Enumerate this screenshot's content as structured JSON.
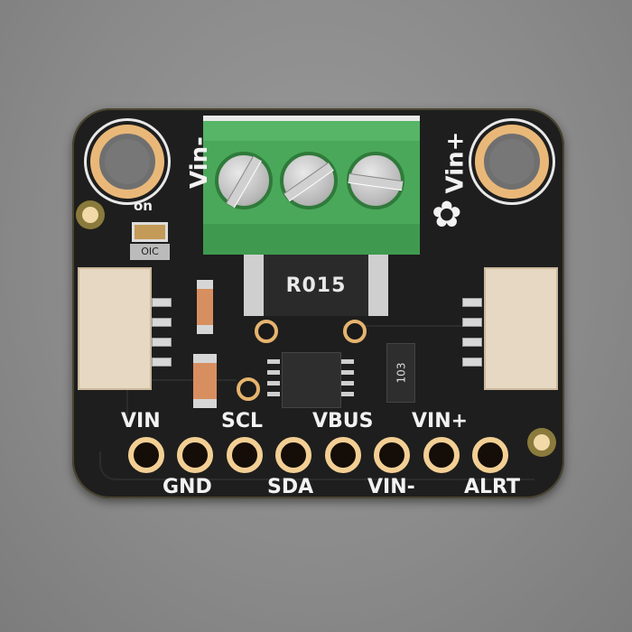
{
  "board": {
    "colors": {
      "background": "#8d8d8d",
      "pcb": "#1e1e1e",
      "gold": "#e9b879",
      "terminal": "#4aa85a",
      "jst": "#e6d8c2",
      "silkscreen": "#f2f2f2"
    },
    "terminal_block": {
      "left_label": "Vin-",
      "right_label": "Vin+",
      "screws": 3
    },
    "shunt_resistor": {
      "marking": "R015"
    },
    "resistor_array": {
      "marking": "103"
    },
    "led": {
      "label": "on",
      "jumper_label": "OIC"
    },
    "logo": {
      "icon": "adafruit-flower-star"
    },
    "header_top_labels": [
      "VIN",
      "SCL",
      "VBUS",
      "VIN+"
    ],
    "header_bottom_labels": [
      "GND",
      "SDA",
      "VIN-",
      "ALRT"
    ],
    "header_pins": 8,
    "connectors": [
      "stemma-qt-left",
      "stemma-qt-right"
    ]
  }
}
